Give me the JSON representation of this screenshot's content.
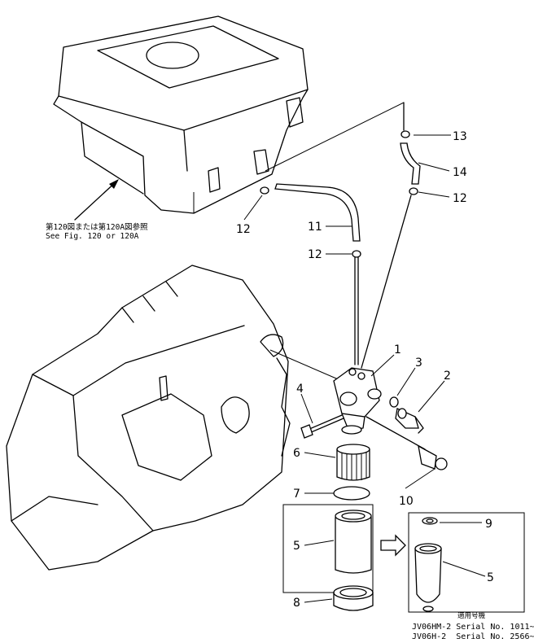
{
  "callouts": {
    "c1": "1",
    "c2": "2",
    "c3": "3",
    "c4": "4",
    "c5a": "5",
    "c5b": "5",
    "c6": "6",
    "c7": "7",
    "c8": "8",
    "c9": "9",
    "c10": "10",
    "c11": "11",
    "c12a": "12",
    "c12b": "12",
    "c12c": "12",
    "c13": "13",
    "c14": "14"
  },
  "reference_note": {
    "line1": "第120図または第120A図参照",
    "line2": "See Fig. 120 or 120A"
  },
  "serial_note": {
    "header": "適用号機",
    "row1_model": "JV06HM-2",
    "row1_serial": "Serial No. 1011~",
    "row2_model": "JV06H-2",
    "row2_serial": "Serial No. 2566~"
  }
}
